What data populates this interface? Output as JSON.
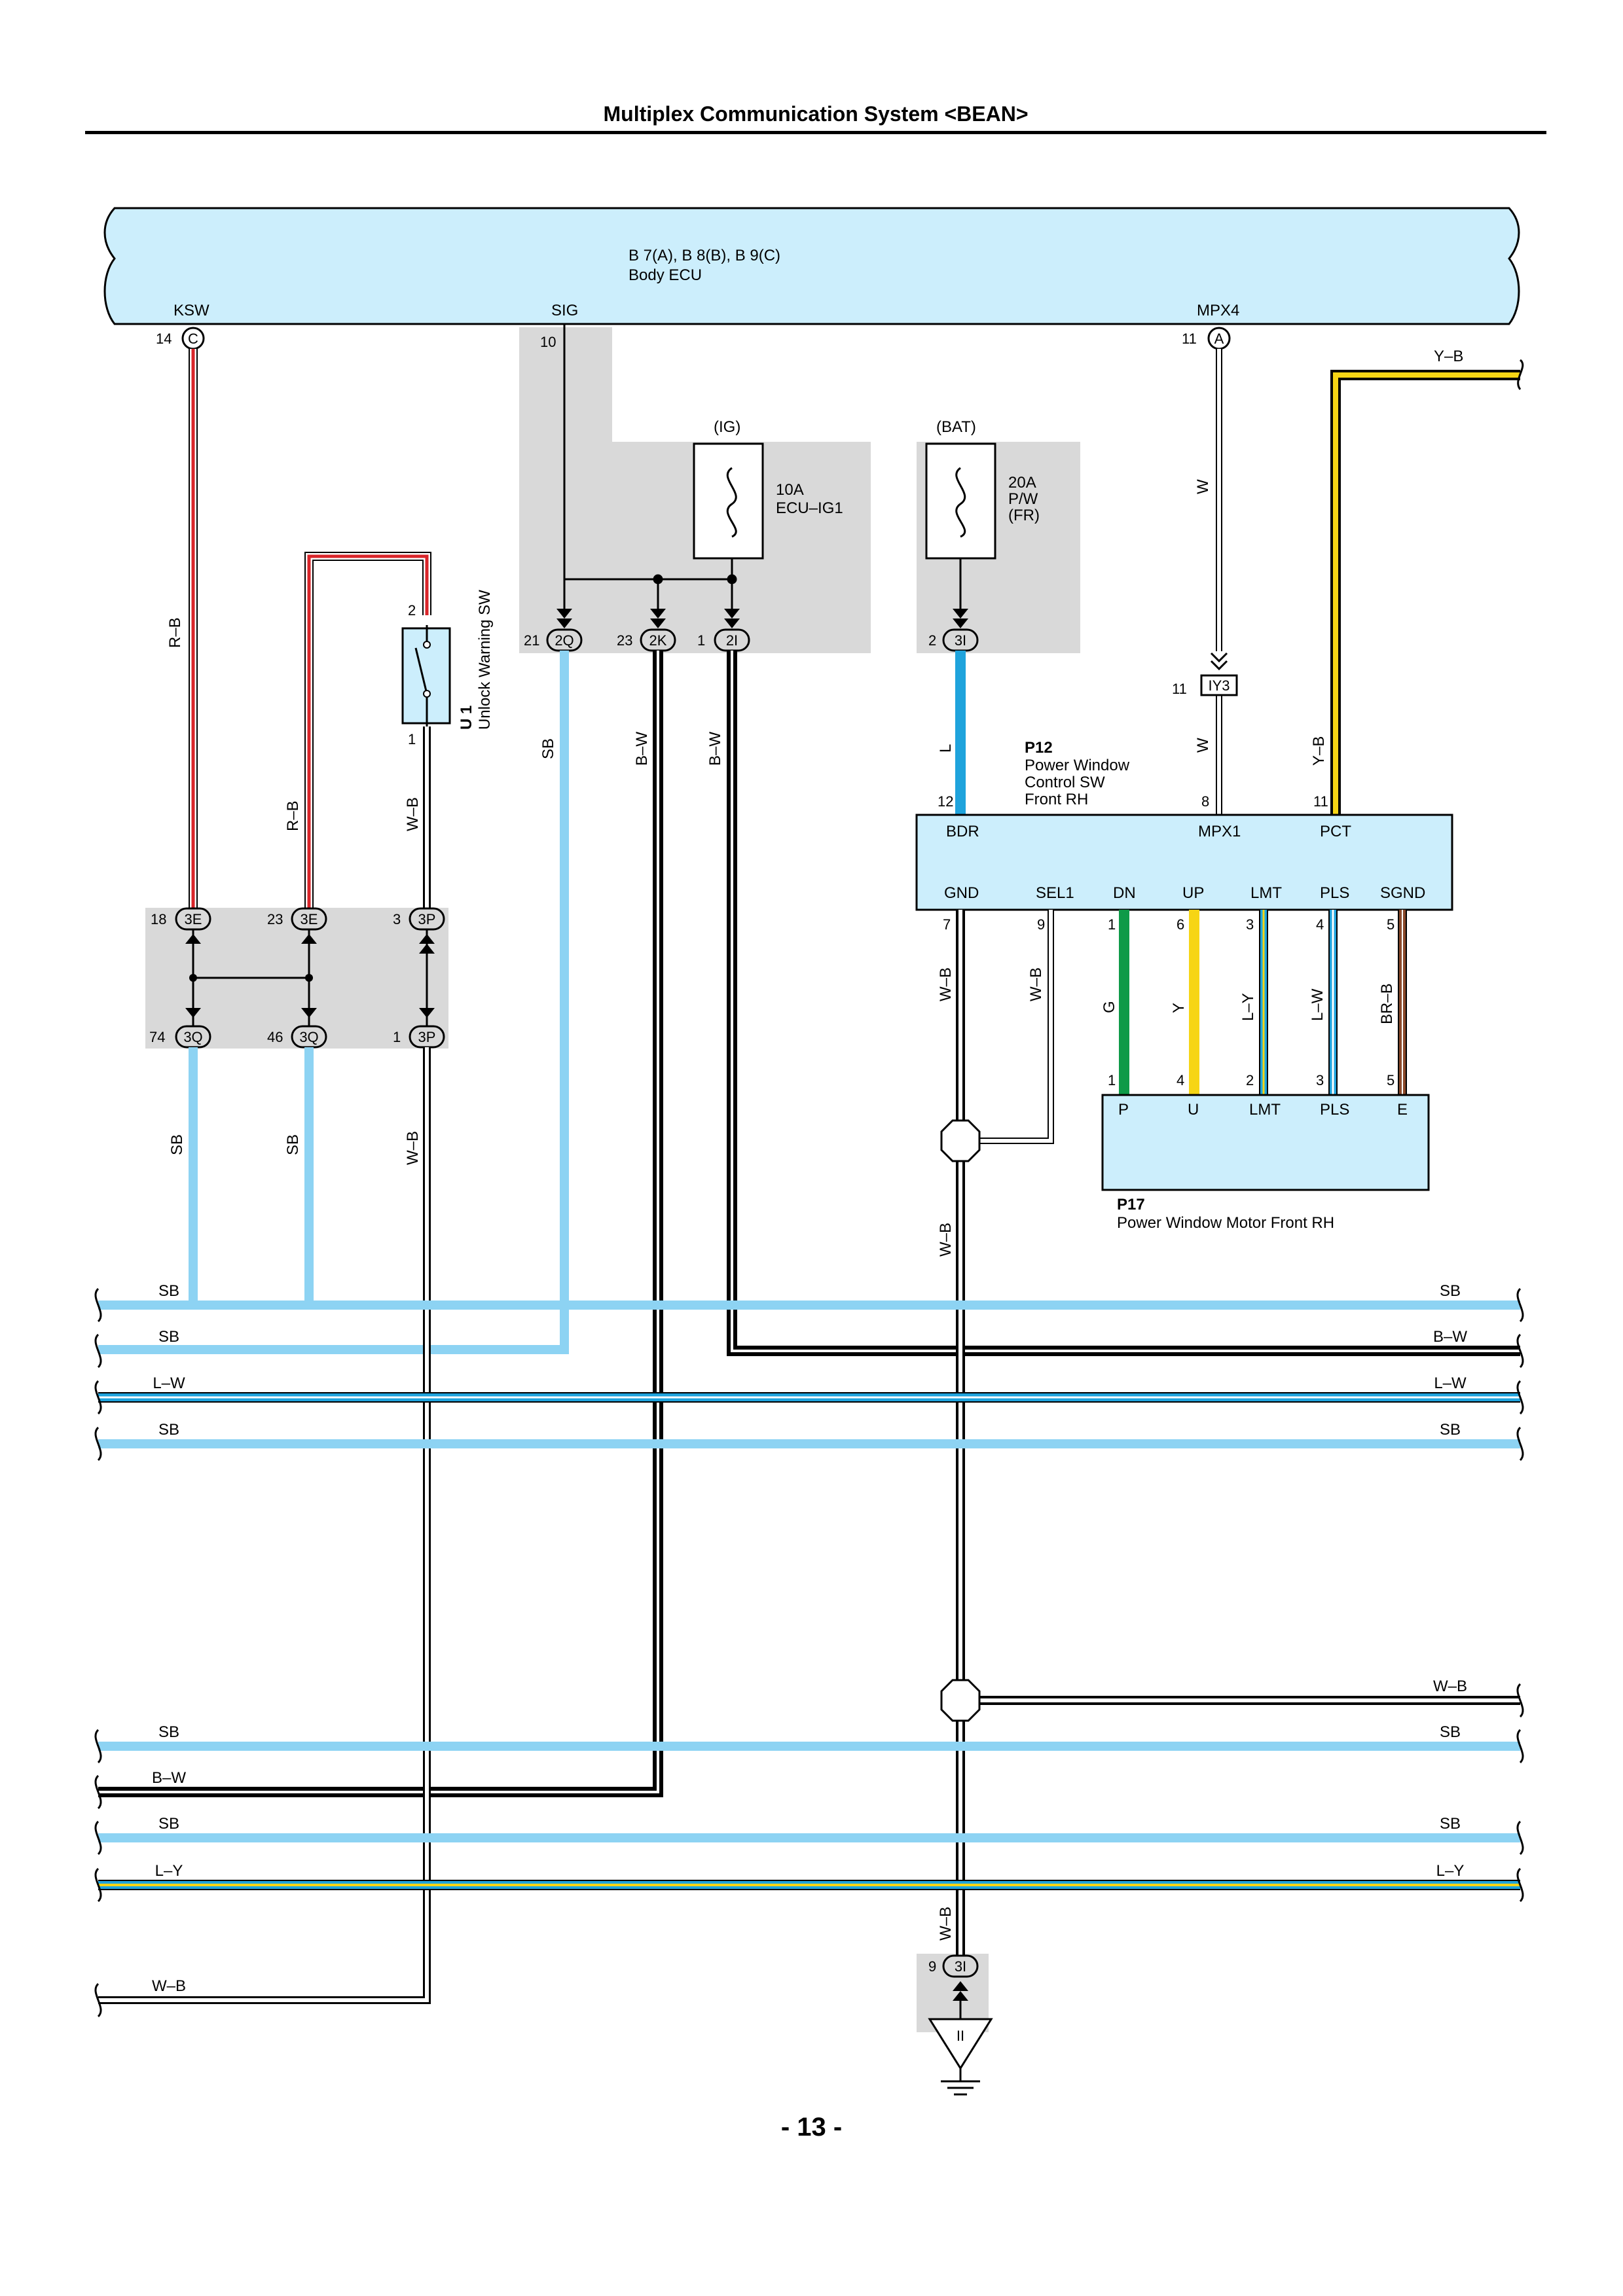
{
  "page": {
    "title": "Multiplex Communication System <BEAN>",
    "page_number": "- 13 -"
  },
  "body_ecu": {
    "id": "B 7(A), B 8(B), B 9(C)",
    "name": "Body ECU",
    "terminals": {
      "ksw": "KSW",
      "sig": "SIG",
      "mpx4": "MPX4"
    },
    "pins": {
      "ksw_pin": "14",
      "ksw_conn": "C",
      "sig_pin": "10",
      "mpx4_pin": "11",
      "mpx4_conn": "A"
    }
  },
  "fuses": {
    "ig": {
      "group": "(IG)",
      "rating": "10A",
      "name": "ECU–IG1"
    },
    "bat": {
      "group": "(BAT)",
      "rating": "20A",
      "name_line1": "P/W",
      "name_line2": "(FR)"
    }
  },
  "switch_u1": {
    "id": "U 1",
    "name": "Unlock Warning SW",
    "pin_top": "2",
    "pin_bottom": "1"
  },
  "junctions": {
    "j2q": {
      "pin": "21",
      "conn": "2Q"
    },
    "j2k": {
      "pin": "23",
      "conn": "2K"
    },
    "j2i": {
      "pin": "1",
      "conn": "2I"
    },
    "j3i_top": {
      "pin": "2",
      "conn": "3I"
    },
    "j3e_a": {
      "pin": "18",
      "conn": "3E"
    },
    "j3e_b": {
      "pin": "23",
      "conn": "3E"
    },
    "j3p_top": {
      "pin": "3",
      "conn": "3P"
    },
    "j3q_a": {
      "pin": "74",
      "conn": "3Q"
    },
    "j3q_b": {
      "pin": "46",
      "conn": "3Q"
    },
    "j3p_bot": {
      "pin": "1",
      "conn": "3P"
    },
    "iy3": {
      "pin": "11",
      "conn": "IY3"
    },
    "j3i_bot": {
      "pin": "9",
      "conn": "3I"
    },
    "ground_label": "II"
  },
  "p12": {
    "id": "P12",
    "name_line1": "Power Window",
    "name_line2": "Control SW",
    "name_line3": "Front RH",
    "top_terminals": [
      {
        "name": "BDR",
        "pin": "12"
      },
      {
        "name": "MPX1",
        "pin": "8"
      },
      {
        "name": "PCT",
        "pin": "11"
      }
    ],
    "bottom_terminals": [
      {
        "name": "GND",
        "pin": "7"
      },
      {
        "name": "SEL1",
        "pin": "9"
      },
      {
        "name": "DN",
        "pin": "1"
      },
      {
        "name": "UP",
        "pin": "6"
      },
      {
        "name": "LMT",
        "pin": "3"
      },
      {
        "name": "PLS",
        "pin": "4"
      },
      {
        "name": "SGND",
        "pin": "5"
      }
    ]
  },
  "p17": {
    "id": "P17",
    "name": "Power Window Motor Front RH",
    "terminals": [
      {
        "name": "P",
        "pin": "1"
      },
      {
        "name": "U",
        "pin": "4"
      },
      {
        "name": "LMT",
        "pin": "2"
      },
      {
        "name": "PLS",
        "pin": "3"
      },
      {
        "name": "E",
        "pin": "5"
      }
    ]
  },
  "wire_labels": {
    "ksw": "R–B",
    "sw_loop": "R–B",
    "sw_out": "W–B",
    "sig_sb": "SB",
    "b_w_1": "B–W",
    "b_w_2": "B–W",
    "bdr": "L",
    "mpx_w1": "W",
    "mpx_w2": "W",
    "pct": "Y–B",
    "pct_top": "Y–B",
    "gnd": "W–B",
    "sel1": "W–B",
    "dn": "G",
    "up": "Y",
    "lmt": "L–Y",
    "pls": "L–W",
    "sgnd": "BR–B",
    "sb_3q_a": "SB",
    "sb_3q_b": "SB",
    "wb_3p": "W–B",
    "gnd_mid": "W–B",
    "gnd_low": "W–B"
  },
  "buses": [
    {
      "left": "SB",
      "right": "SB"
    },
    {
      "left": "SB",
      "right": "B–W"
    },
    {
      "left": "L–W",
      "right": "L–W"
    },
    {
      "left": "SB",
      "right": "SB"
    },
    {
      "left": "",
      "right": "W–B"
    },
    {
      "left": "SB",
      "right": "SB"
    },
    {
      "left": "B–W",
      "right": ""
    },
    {
      "left": "SB",
      "right": "SB"
    },
    {
      "left": "L–Y",
      "right": "L–Y"
    },
    {
      "left": "W–B",
      "right": ""
    }
  ],
  "colors": {
    "ecu_fill": "#cceefc",
    "sky_blue": "#8dd3f3",
    "blue": "#1fa3dc",
    "red": "#d9252a",
    "yellow": "#f6d515",
    "green": "#0e9a48",
    "brown": "#8b4a2b",
    "gray_zone": "#d9d9d9"
  }
}
